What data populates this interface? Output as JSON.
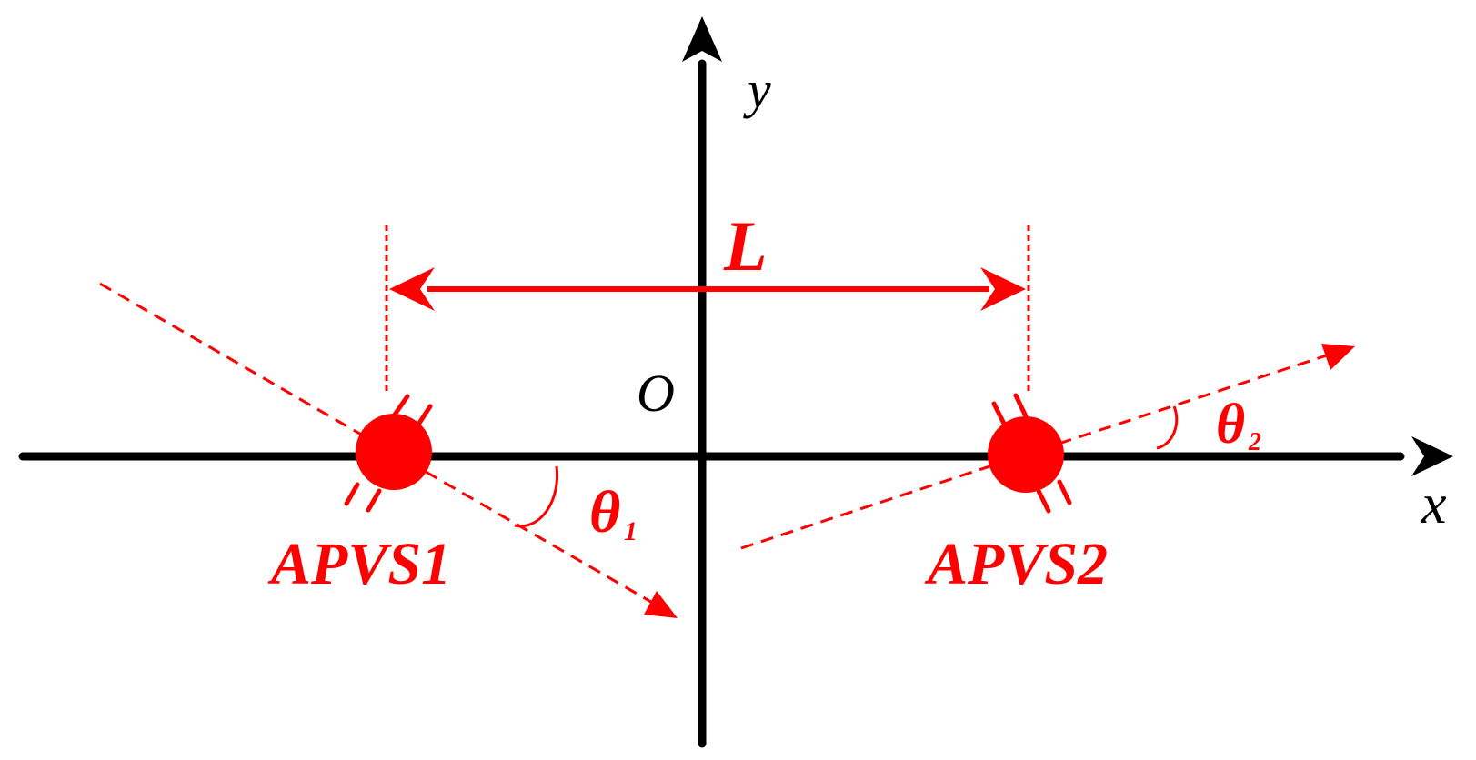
{
  "colors": {
    "axis": "#000000",
    "accent": "#ff0000",
    "background": "#ffffff"
  },
  "axes": {
    "x_label": "x",
    "y_label": "y",
    "origin_label": "O"
  },
  "distance": {
    "label": "L"
  },
  "sensors": [
    {
      "label": "APVS1",
      "angle_symbol": "θ",
      "angle_subscript": "1"
    },
    {
      "label": "APVS2",
      "angle_symbol": "θ",
      "angle_subscript": "2"
    }
  ]
}
